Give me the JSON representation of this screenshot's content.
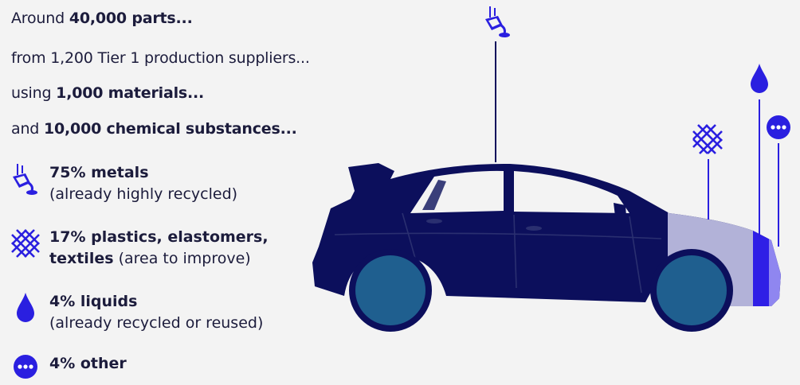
{
  "intro": [
    {
      "pre": "Around ",
      "bold": "40,000 parts...",
      "post": ""
    },
    {
      "pre": "from 1,200 Tier 1 production suppliers...",
      "bold": "",
      "post": ""
    },
    {
      "pre": "using ",
      "bold": "1,000 materials...",
      "post": ""
    },
    {
      "pre": "and ",
      "bold": "10,000 chemical substances...",
      "post": ""
    }
  ],
  "legend": [
    {
      "icon": "metal-pour-icon",
      "bold": "75% metals",
      "sub": "(already highly recycled)",
      "sub_bold": ""
    },
    {
      "icon": "textile-mesh-icon",
      "bold": "17% plastics, elastomers,",
      "sub_bold": " textiles",
      "sub": " (area to improve)"
    },
    {
      "icon": "liquid-drop-icon",
      "bold": "4% liquids",
      "sub": "(already recycled or reused)",
      "sub_bold": ""
    },
    {
      "icon": "more-dots-icon",
      "bold": "4% other",
      "sub": "",
      "sub_bold": ""
    }
  ],
  "colors": {
    "body": "#0c0f5c",
    "wheel": "#1f5f8f",
    "plastics": "#b2b2d8",
    "liquids": "#2f1fe6",
    "other": "#8f86f0",
    "accent": "#2a1fe0",
    "text": "#1c1c3c"
  }
}
